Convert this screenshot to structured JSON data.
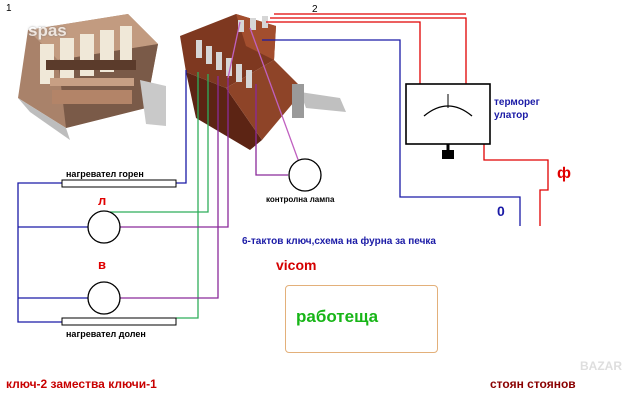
{
  "labels": {
    "corner_left": "1",
    "corner_mid": "2",
    "watermark": "spas",
    "heater_top": "нагревател горен",
    "heater_bottom": "нагревател долен",
    "letter_l": "л",
    "letter_v": "в",
    "control_lamp": "контролна лампа",
    "description": "6-тактов ключ,схема на фурна за печка",
    "brand": "vicom",
    "thermostat": "термoрег\nулатор",
    "neutral": "0",
    "phase": "ф",
    "working": "работеща",
    "bottom_left": "ключ-2  замества ключи-1",
    "bottom_right": "стоян стоянов",
    "corner_watermark": "BAZAR"
  },
  "colors": {
    "wire_blue": "#1a1aa6",
    "wire_green": "#2fae5a",
    "wire_purple": "#8a2a9a",
    "wire_red": "#e00000",
    "wire_black": "#000000",
    "text_red": "#e00000",
    "text_green": "#17b517",
    "switch_body": "#6b2a18",
    "box_border": "#e3b07a"
  }
}
